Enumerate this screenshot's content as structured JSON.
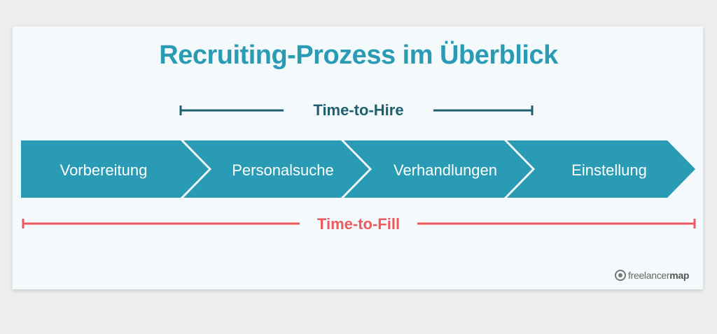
{
  "title": "Recruiting-Prozess im Überblick",
  "time_to_hire": "Time-to-Hire",
  "time_to_fill": "Time-to-Fill",
  "steps": [
    {
      "label": "Vorbereitung"
    },
    {
      "label": "Personalsuche"
    },
    {
      "label": "Verhandlungen"
    },
    {
      "label": "Einstellung"
    }
  ],
  "colors": {
    "arrow": "#2a9bb5",
    "title": "#2a9bb5",
    "hire": "#1f5f6e",
    "fill": "#ec5a5d"
  },
  "logo": {
    "light": "freelancer",
    "bold": "map"
  }
}
